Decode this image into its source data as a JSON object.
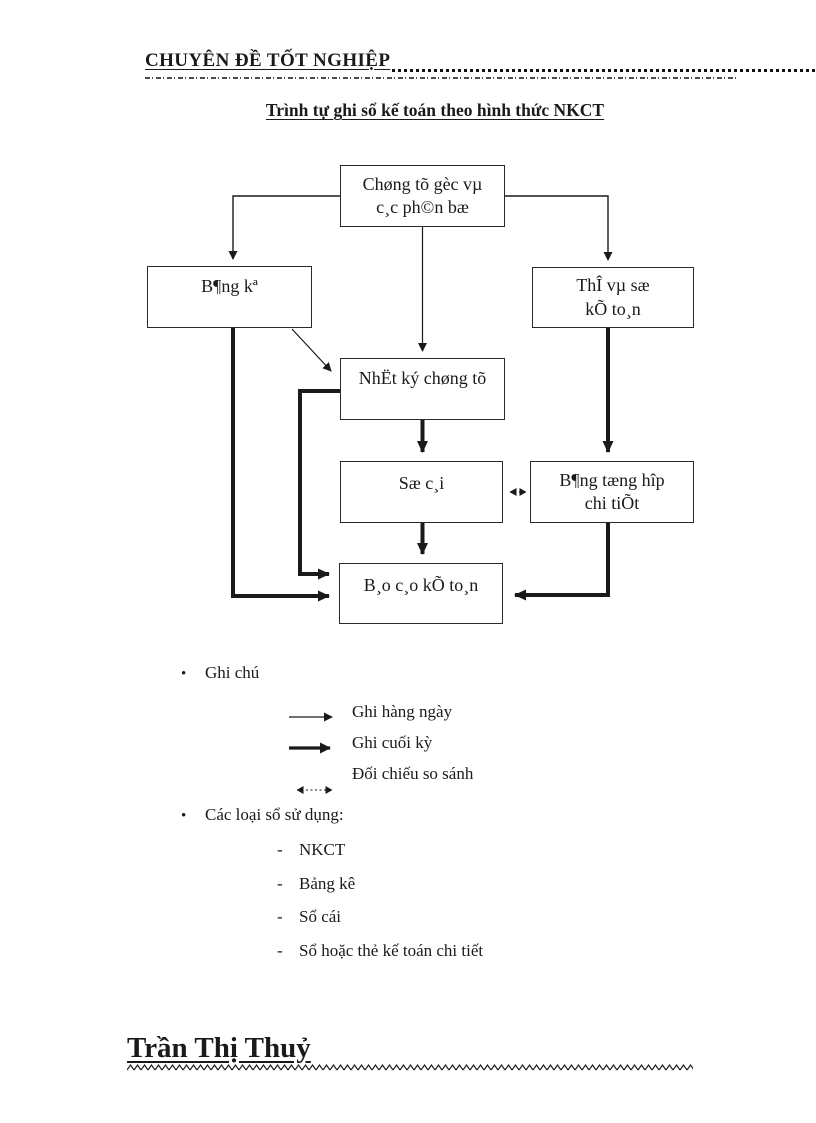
{
  "header": {
    "title": "CHUYÊN ĐỀ TỐT NGHIỆP"
  },
  "doc_title": "Trình tự ghi sổ kế toán theo hình thức NKCT",
  "flowchart": {
    "boxes": {
      "chung_tu_goc": {
        "line1": "Chøng tõ gèc vµ",
        "line2": "c¸c ph©n bæ"
      },
      "bang_ke": {
        "label": "B¶ng kª"
      },
      "the_va_so": {
        "line1": "ThÎ vµ sæ",
        "line2": "kÕ to¸n"
      },
      "nhat_ky": {
        "label": "NhËt ký chøng tõ"
      },
      "so_cai": {
        "label": "Sæ c¸i"
      },
      "bang_tong_hop": {
        "line1": "B¶ng tæng hîp",
        "line2": "chi tiÕt"
      },
      "bao_cao": {
        "label": "B¸o c¸o kÕ to¸n"
      }
    }
  },
  "legend": {
    "bullet": "•",
    "title": "Ghi chú",
    "items": [
      {
        "type": "thin-arrow",
        "label": "Ghi hàng ngày"
      },
      {
        "type": "thick-arrow",
        "label": "Ghi cuối kỳ"
      },
      {
        "type": "dotted-double-arrow",
        "label": "Đối chiếu so sánh"
      }
    ]
  },
  "books": {
    "bullet": "•",
    "title": "Các loại sổ sử dụng:",
    "dash": "-",
    "items": [
      "NKCT",
      "Bảng kê",
      "Sổ cái",
      "Sổ hoặc thẻ kế toán chi tiết"
    ]
  },
  "footer": {
    "signature": "Trần Thị Thuỷ"
  },
  "colors": {
    "ink": "#1a1a1a",
    "paper": "#ffffff"
  }
}
